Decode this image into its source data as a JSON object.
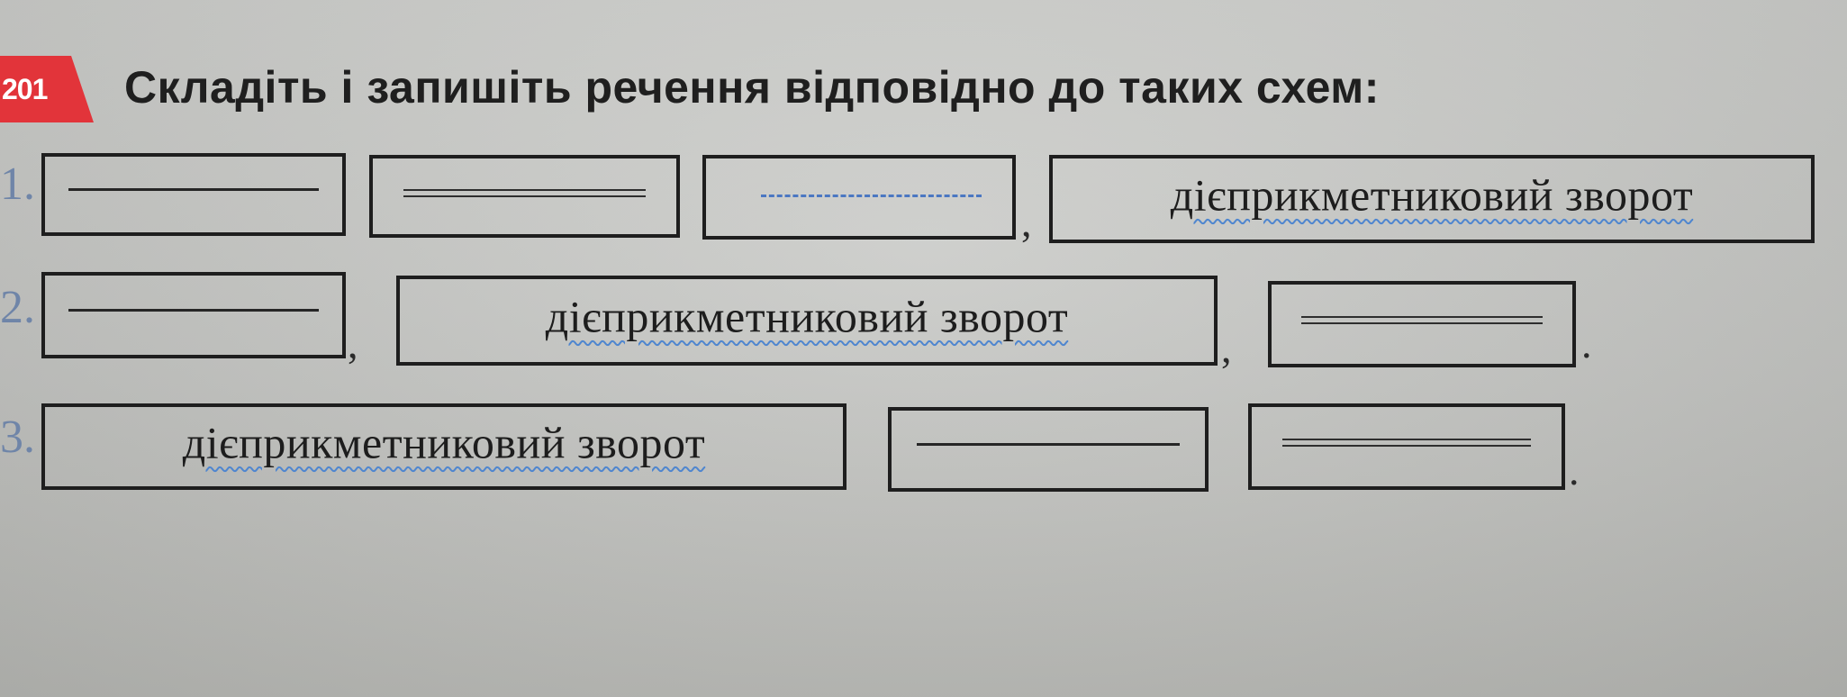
{
  "exercise": {
    "number": "201",
    "instruction": "Складіть і запишіть речення відповідно до таких схем:"
  },
  "schemes": [
    {
      "label": "1.",
      "participle_phrase": "дієприкметниковий зворот",
      "comma": ","
    },
    {
      "label": "2.",
      "participle_phrase": "дієприкметниковий зворот",
      "comma_1": ",",
      "comma_2": ",",
      "period": "."
    },
    {
      "label": "3.",
      "participle_phrase": "дієприкметниковий зворот",
      "period": "."
    }
  ],
  "colors": {
    "badge": "#e2343a",
    "number_text": "#6f85a8",
    "wavy_underline": "#4f86cf",
    "dashed_line": "#4b77c2"
  }
}
